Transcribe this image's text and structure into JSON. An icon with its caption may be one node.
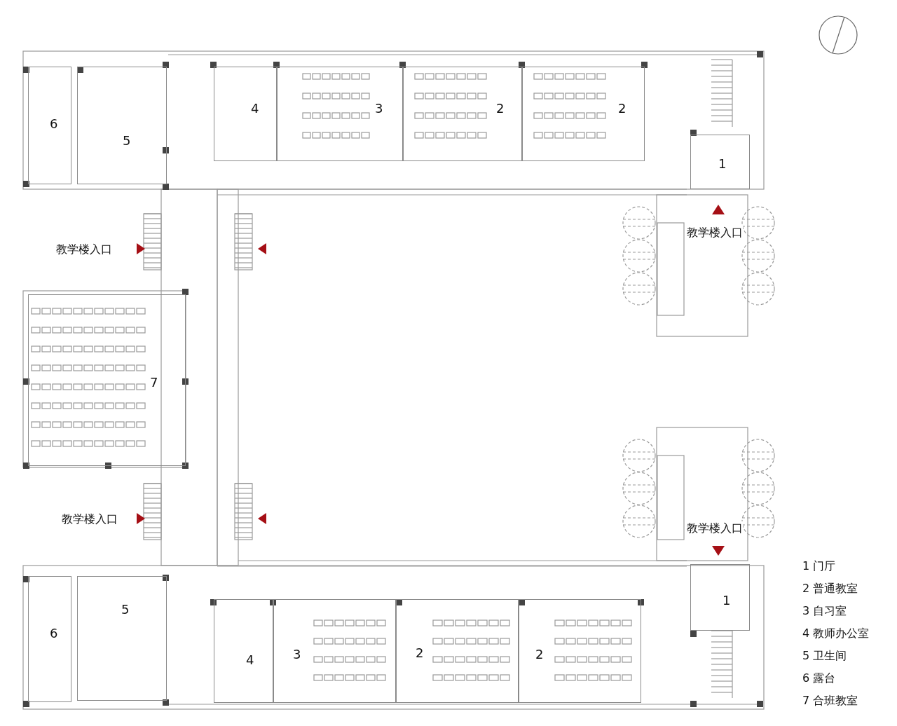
{
  "diagram": {
    "nodes": [
      {
        "text": [
          "6"
        ]
      },
      {
        "text": [
          "5"
        ]
      },
      {
        "text": [
          "4"
        ]
      },
      {
        "text": [
          "3"
        ]
      },
      {
        "text": [
          "2"
        ]
      },
      {
        "text": [
          "2"
        ]
      },
      {
        "text": [
          "1"
        ]
      },
      {
        "text": [
          "7"
        ]
      },
      {
        "text": [
          "5"
        ]
      },
      {
        "text": [
          "6"
        ]
      },
      {
        "text": [
          "4"
        ]
      },
      {
        "text": [
          "3"
        ]
      },
      {
        "text": [
          "2"
        ]
      },
      {
        "text": [
          "2"
        ]
      },
      {
        "text": [
          "1"
        ]
      }
    ],
    "labels": [
      "教学楼入口",
      "教学楼入口",
      "教学楼入口",
      "教学楼入口",
      "1 门厅",
      "2 普通教室",
      "3 自习室",
      "4 教师办公室",
      "5 卫生间",
      "6 露台",
      "7 合班教室"
    ]
  }
}
